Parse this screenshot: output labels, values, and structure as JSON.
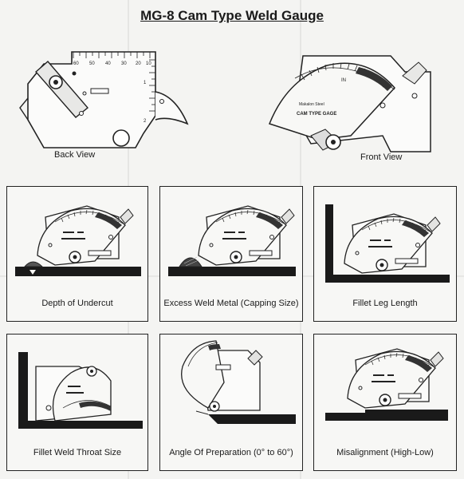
{
  "title": "MG-8 Cam Type Weld Gauge",
  "views": {
    "back_label": "Back View",
    "front_label": "Front View"
  },
  "gauge_markings": {
    "front_text_line1": "Makalon  Steel",
    "front_text_line2": "CAM TYPE GAGE",
    "front_scale_unit": "IN",
    "back_ruler_ticks": [
      "60",
      "50",
      "40",
      "30",
      "20",
      "10"
    ],
    "back_ruler_side": [
      "1",
      "2"
    ]
  },
  "panels": [
    {
      "label": "Depth of Undercut"
    },
    {
      "label": "Excess Weld Metal  (Capping Size)"
    },
    {
      "label": "Fillet Leg Length"
    },
    {
      "label": "Fillet Weld Throat Size"
    },
    {
      "label": "Angle Of Preparation (0° to 60°)"
    },
    {
      "label": "Misalignment (High-Low)"
    }
  ]
}
